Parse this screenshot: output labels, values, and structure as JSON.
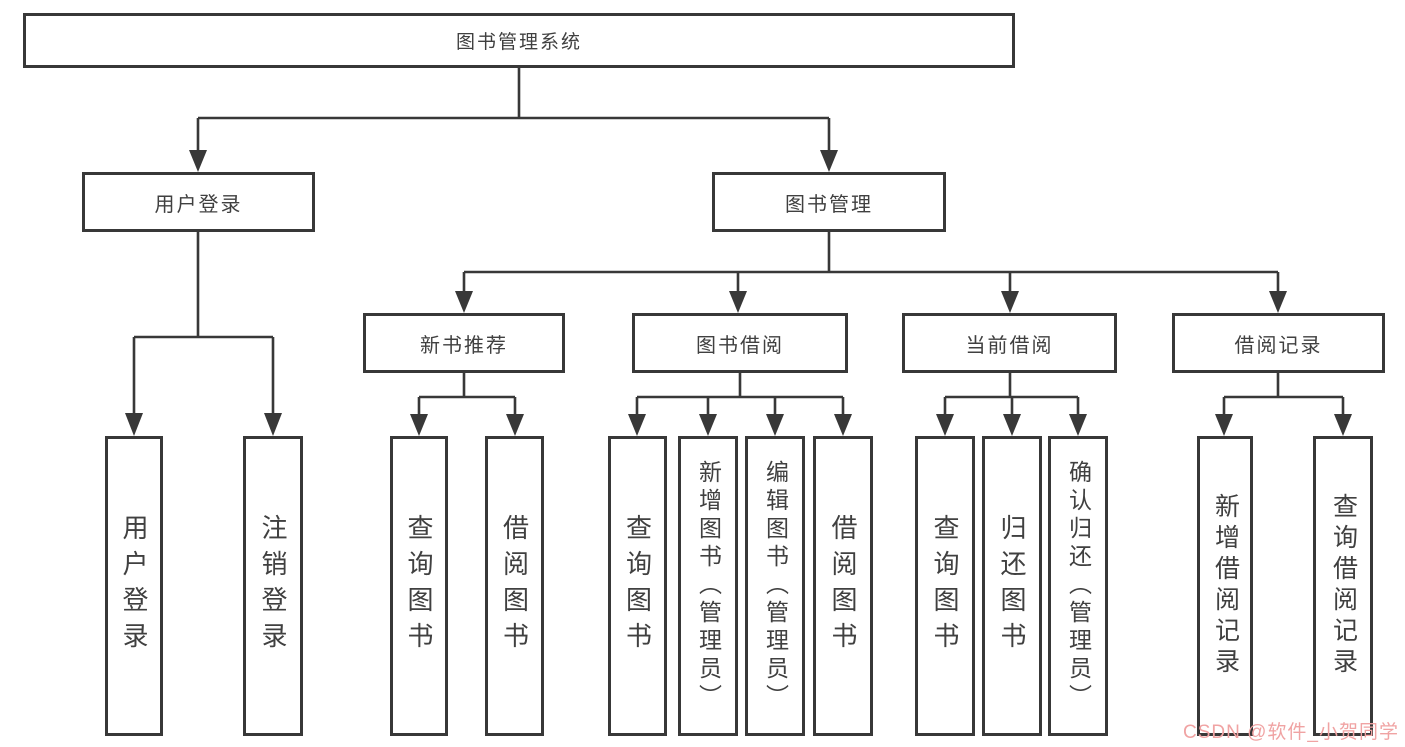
{
  "tree": {
    "root": {
      "label": "图书管理系统",
      "children": [
        {
          "label": "用户登录",
          "children": [
            {
              "label": "用户登录"
            },
            {
              "label": "注销登录"
            }
          ]
        },
        {
          "label": "图书管理",
          "children": [
            {
              "label": "新书推荐",
              "children": [
                {
                  "label": "查询图书"
                },
                {
                  "label": "借阅图书"
                }
              ]
            },
            {
              "label": "图书借阅",
              "children": [
                {
                  "label": "查询图书"
                },
                {
                  "label": "新增图书（管理员）"
                },
                {
                  "label": "编辑图书（管理员）"
                },
                {
                  "label": "借阅图书"
                }
              ]
            },
            {
              "label": "当前借阅",
              "children": [
                {
                  "label": "查询图书"
                },
                {
                  "label": "归还图书"
                },
                {
                  "label": "确认归还（管理员）"
                }
              ]
            },
            {
              "label": "借阅记录",
              "children": [
                {
                  "label": "新增借阅记录"
                },
                {
                  "label": "查询借阅记录"
                }
              ]
            }
          ]
        }
      ]
    }
  },
  "watermark": {
    "text": "CSDN @软件_小贺同学",
    "color": "#f0a3a3"
  },
  "colors": {
    "line": "#383838",
    "text": "#404040",
    "background": "#ffffff"
  }
}
